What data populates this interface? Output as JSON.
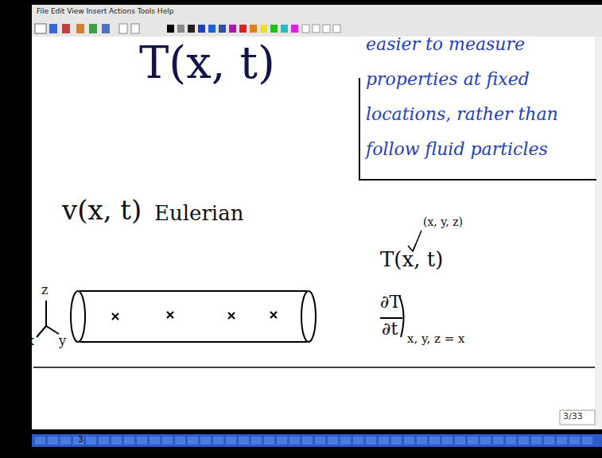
{
  "diagram": {
    "title": "T(x, t)",
    "labels": [
      "File Edit View Insert Actions Tools Help",
      "easier to measure properties at fixed locations, rather than follow fluid particles",
      "v(x, t)",
      "Eulerian",
      "z",
      "x",
      "y",
      "(x, y, z)",
      "T(x, t)",
      "∂T",
      "∂t",
      "x, y, z = x",
      "3/33",
      "3"
    ]
  }
}
